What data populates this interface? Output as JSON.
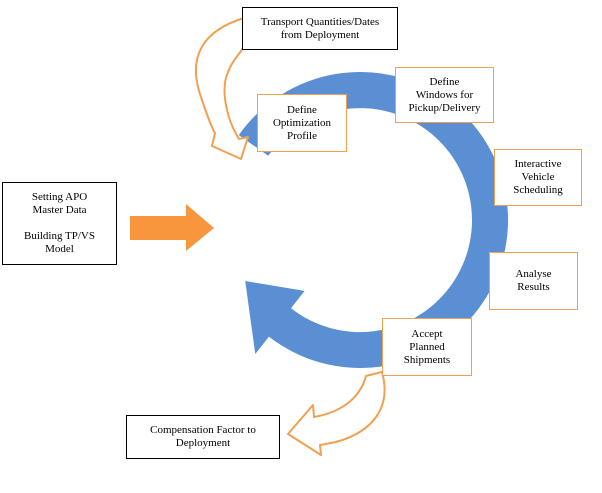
{
  "colors": {
    "cycle_arrow": "#5b8fd3",
    "accent_orange": "#f7963d",
    "outline_orange": "#f0a050",
    "box_border_black": "#000000"
  },
  "boxes": {
    "transport": "Transport Quantities/Dates\nfrom Deployment",
    "optimization": "Define\nOptimization\nProfile",
    "windows": "Define\nWindows for\nPickup/Delivery",
    "vehicle": "Interactive\nVehicle\nScheduling",
    "analyse": "Analyse\nResults",
    "accept": "Accept\nPlanned\nShipments",
    "master": "Setting  APO\nMaster Data\n\nBuilding TP/VS\nModel",
    "compensation": "Compensation Factor to\nDeployment"
  }
}
